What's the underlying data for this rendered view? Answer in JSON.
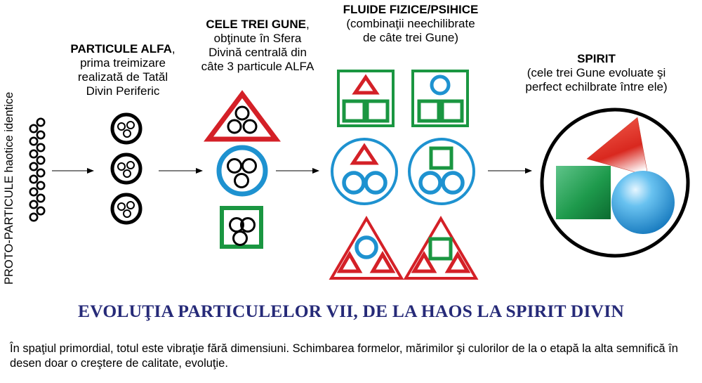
{
  "side_label": "PROTO-PARTICULE haotice identice",
  "stages": [
    {
      "title": "PARTICULE ALFA",
      "suffix": ",",
      "lines": [
        "prima treimizare",
        "realizată de Tatăl",
        "Divin Periferic"
      ]
    },
    {
      "title": "CELE TREI GUNE",
      "suffix": ",",
      "lines": [
        "obţinute în Sfera",
        "Divină centrală din",
        "câte 3 particule ALFA"
      ]
    },
    {
      "title": "FLUIDE FIZICE/PSIHICE",
      "suffix": "",
      "lines": [
        "(combinaţii neechilibrate",
        "de câte trei Gune)"
      ]
    },
    {
      "title": "SPIRIT",
      "suffix": "",
      "lines": [
        "(cele trei Gune evoluate şi",
        "perfect echilbrate între ele)"
      ]
    }
  ],
  "main_title": "EVOLUŢIA PARTICULELOR VII, DE LA HAOS LA SPIRIT DIVIN",
  "caption": "În spaţiul primordial, totul este vibraţie fără dimensiuni. Schimbarea formelor, mărimilor şi culorilor de la o etapă la alta semnifică în desen doar o creştere de calitate, evoluţie.",
  "colors": {
    "red": "#d42027",
    "blue": "#1e92d0",
    "green": "#1a9641",
    "title": "#262a78"
  }
}
